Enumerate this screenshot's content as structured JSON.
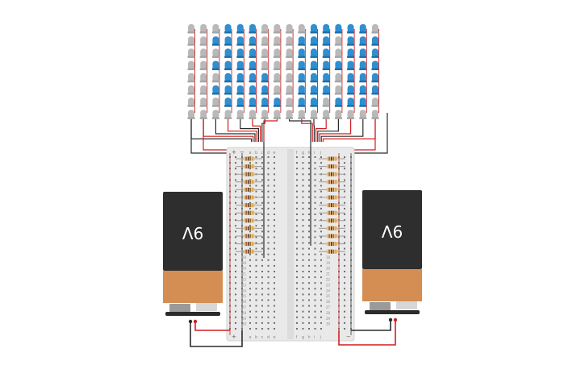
{
  "app": {
    "name": "Circuit simulator canvas"
  },
  "colors": {
    "background": "#ffffff",
    "wire_red": "#d11f1f",
    "wire_black": "#2b2b2b",
    "led_blue": "#2f8fd0",
    "led_gray": "#b9b9b9",
    "battery_body": "#2e2e2e",
    "battery_label": "#d48d52",
    "breadboard": "#e9e9e9",
    "resistor_body": "#e7c089"
  },
  "batteries": [
    {
      "label": "9V",
      "side": "left"
    },
    {
      "label": "9V",
      "side": "right"
    }
  ],
  "led_matrix": {
    "column_count": 16,
    "row_count": 8,
    "columns": [
      {
        "lit_rows": []
      },
      {
        "lit_rows": []
      },
      {
        "lit_rows": [
          1,
          3,
          5
        ]
      },
      {
        "lit_rows": [
          0,
          1,
          2,
          3,
          4,
          5,
          6
        ]
      },
      {
        "lit_rows": [
          0,
          1,
          2,
          3,
          4,
          5,
          6
        ]
      },
      {
        "lit_rows": [
          0,
          1,
          2,
          3,
          4,
          5,
          6
        ]
      },
      {
        "lit_rows": [
          4,
          5,
          6
        ]
      },
      {
        "lit_rows": [
          6
        ]
      },
      {
        "lit_rows": []
      },
      {
        "lit_rows": [
          1,
          2,
          3,
          4,
          5,
          6
        ]
      },
      {
        "lit_rows": [
          0,
          1,
          2,
          3,
          4,
          5,
          6
        ]
      },
      {
        "lit_rows": [
          0,
          1,
          2,
          3,
          4,
          5
        ]
      },
      {
        "lit_rows": [
          0,
          3,
          6
        ]
      },
      {
        "lit_rows": [
          0,
          1,
          2,
          3,
          4,
          5,
          6
        ]
      },
      {
        "lit_rows": [
          0,
          1,
          2,
          3,
          4,
          5,
          6
        ]
      },
      {
        "lit_rows": [
          1,
          2,
          3,
          4,
          5
        ]
      }
    ]
  },
  "breadboard": {
    "column_letters_top_left": [
      "a",
      "b",
      "c",
      "d",
      "e"
    ],
    "column_letters_top_right": [
      "f",
      "g",
      "h",
      "i",
      "j"
    ],
    "rail_signs": [
      "+",
      "−"
    ],
    "row_numbers_visible": [
      "17",
      "18",
      "19",
      "20",
      "21",
      "22",
      "23",
      "24",
      "25",
      "26",
      "27",
      "28",
      "29",
      "30"
    ]
  },
  "resistors": {
    "left_count": 13,
    "right_count": 13
  }
}
